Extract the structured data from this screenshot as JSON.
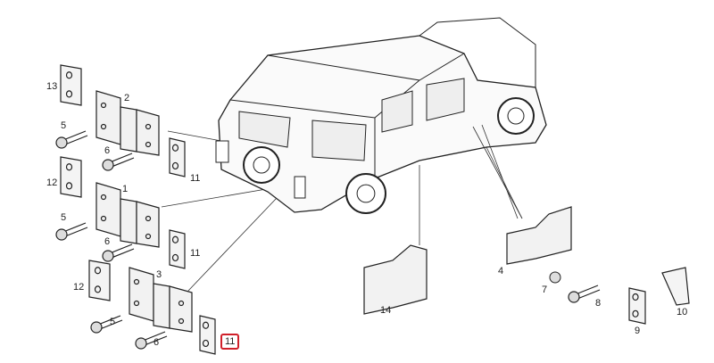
{
  "diagram": {
    "callouts": [
      "13",
      "2",
      "5",
      "6",
      "11",
      "12",
      "1",
      "5",
      "6",
      "11",
      "12",
      "3",
      "5",
      "6",
      "11",
      "14",
      "4",
      "7",
      "8",
      "9",
      "10"
    ],
    "highlighted_callout": "11",
    "highlight_color": "#d0202a"
  }
}
